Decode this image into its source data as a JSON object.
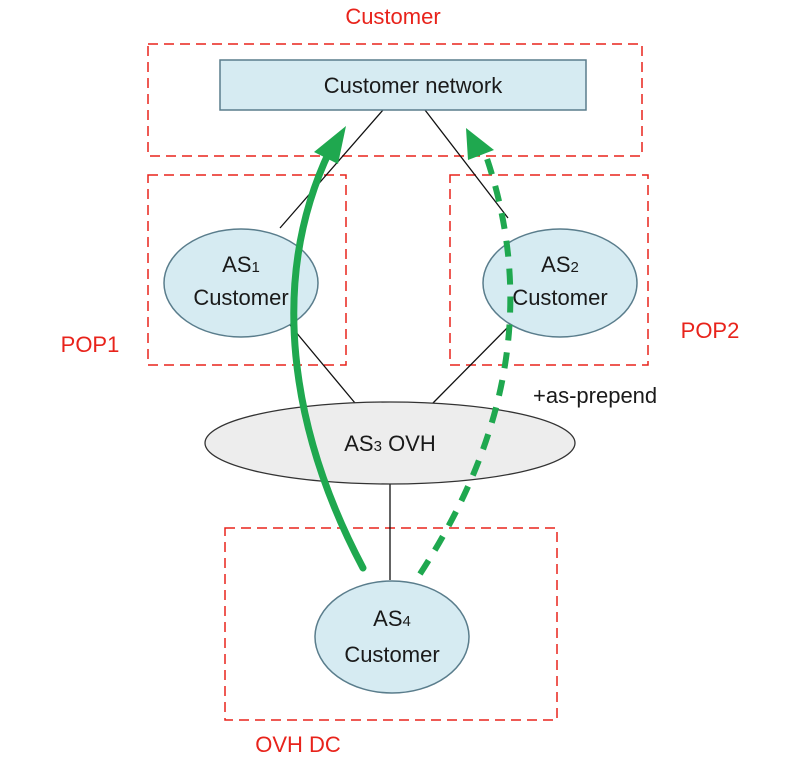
{
  "zones": {
    "customer": "Customer",
    "pop1": "POP1",
    "pop2": "POP2",
    "ovh_dc": "OVH DC"
  },
  "nodes": {
    "customer_network": "Customer network",
    "as1": {
      "prefix": "AS",
      "num": "1",
      "name": "Customer"
    },
    "as2": {
      "prefix": "AS",
      "num": "2",
      "name": "Customer"
    },
    "as3": {
      "prefix": "AS",
      "num": "3",
      "name": " OVH"
    },
    "as4": {
      "prefix": "AS",
      "num": "4",
      "name": "Customer"
    }
  },
  "annotation": "+as-prepend",
  "colors": {
    "zone_border": "#e8231b",
    "node_fill": "#d6ebf2",
    "node_stroke": "#5a7d8c",
    "ovh_fill": "#ededed",
    "primary_path": "#1fa84f",
    "backup_path": "#1fa84f"
  }
}
